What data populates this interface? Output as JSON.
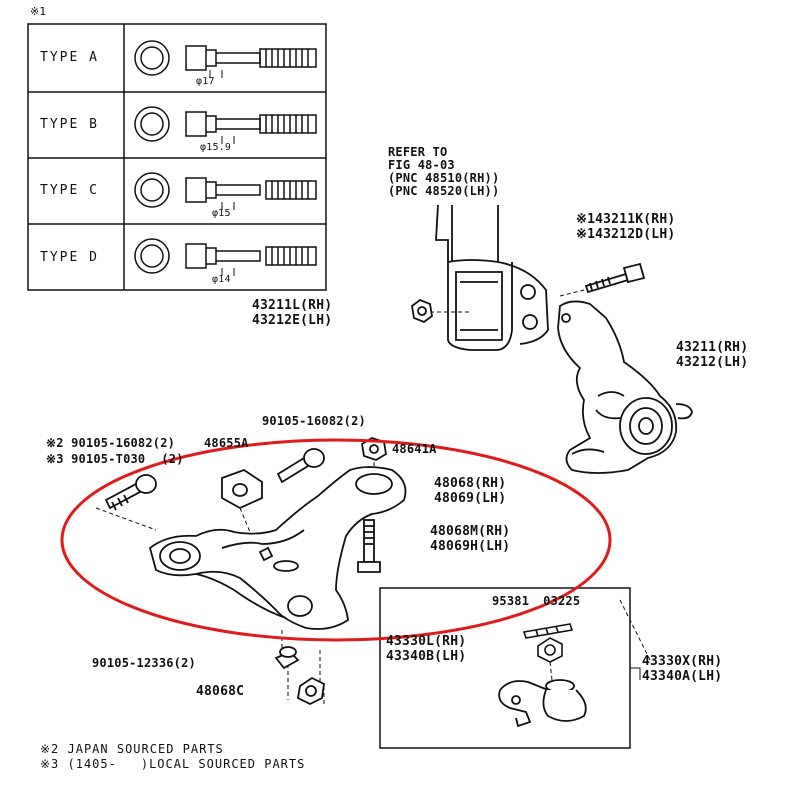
{
  "inset": {
    "mark": "※1",
    "rows": [
      {
        "type": "TYPE A",
        "diameter": "φ17"
      },
      {
        "type": "TYPE B",
        "diameter": "φ15.9"
      },
      {
        "type": "TYPE C",
        "diameter": "φ15"
      },
      {
        "type": "TYPE D",
        "diameter": "φ14"
      }
    ]
  },
  "refer": {
    "line1": "REFER TO",
    "line2": "FIG 48-03",
    "line3": "(PNC 48510(RH))",
    "line4": "(PNC 48520(LH))"
  },
  "parts": {
    "bolt_top_rh": "※143211K(RH)",
    "bolt_top_lh": "※143212D(LH)",
    "nut_rh": "43211L(RH)",
    "nut_lh": "43212E(LH)",
    "knuckle_rh": "43211(RH)",
    "knuckle_lh": "43212(LH)",
    "bolt_left_jp": "※2 90105-16082(2)",
    "bolt_left_local": "※3 90105-T030",
    "bolt_left_local_qty": "(2)",
    "bushing_frag": "48655A",
    "bolt_center": "90105-16082(2)",
    "nut_top_frag": "48641A",
    "arm_rh": "48068(RH)",
    "arm_lh": "48069(LH)",
    "bolt_arm_rh": "48068M(RH)",
    "bolt_arm_lh": "48069H(LH)",
    "pin_frag_a": "95381",
    "pin_frag_b": "03225",
    "nut_bj_rh": "43330L(RH)",
    "nut_bj_lh": "43340B(LH)",
    "balljoint_rh": "43330X(RH)",
    "balljoint_lh": "43340A(LH)",
    "bottom_bolt": "90105-12336(2)",
    "bottom_part": "48068C"
  },
  "footnotes": {
    "note2": "※2 JAPAN SOURCED PARTS",
    "note3_a": "※3 (1405-",
    "note3_b": ")LOCAL SOURCED PARTS"
  },
  "colors": {
    "highlight": "#e01b1b",
    "ink": "#111111"
  }
}
